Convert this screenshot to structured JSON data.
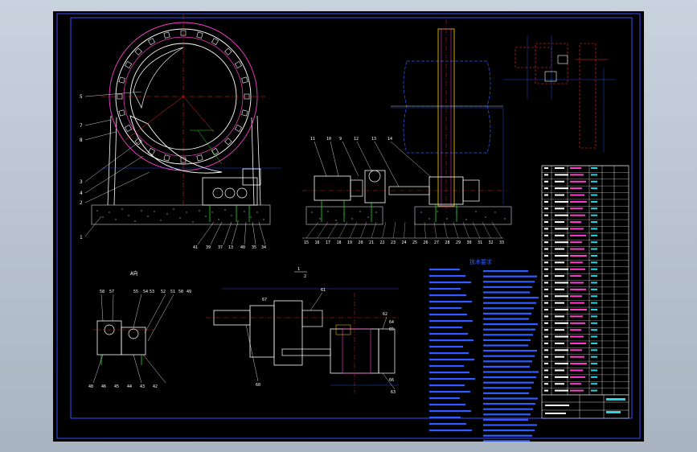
{
  "colors": {
    "background": "#b9c3d0",
    "sheet": "#000000",
    "frame": "#3a4dff",
    "outline": "#ffffff",
    "centerline": "#ff2a2a",
    "dim": "#2f5cff",
    "hatch": "#9aa0a8",
    "green": "#22dd22",
    "cyan": "#26d7e6",
    "magenta": "#ff3fd0",
    "yellow": "#ffd400"
  },
  "drawing": {
    "section_label": "A向",
    "ratio_top": "1",
    "ratio_bottom": "2",
    "notes_title": "技术要求",
    "callouts_front": [
      "5",
      "7",
      "8",
      "3",
      "4",
      "2",
      "1"
    ],
    "callouts_front_bottom": [
      "41",
      "39",
      "37",
      "13",
      "40",
      "35",
      "34"
    ],
    "callouts_side_top": [
      "11",
      "10",
      "9",
      "12",
      "13",
      "14"
    ],
    "callouts_side_bottom": [
      "15",
      "16",
      "17",
      "18",
      "19",
      "20",
      "21",
      "22",
      "23",
      "24",
      "25",
      "26",
      "27",
      "28",
      "29",
      "30",
      "31",
      "32",
      "33"
    ],
    "callouts_aview": [
      "58",
      "57",
      "55",
      "54",
      "53",
      "52",
      "51",
      "50",
      "49"
    ],
    "callouts_aview_bottom": [
      "48",
      "46",
      "45",
      "44",
      "43",
      "42"
    ],
    "callouts_plan": [
      "60",
      "61",
      "62",
      "63",
      "64",
      "65",
      "66",
      "67"
    ]
  },
  "title_block": {
    "rows": 34,
    "drawing_number": "",
    "title": ""
  }
}
